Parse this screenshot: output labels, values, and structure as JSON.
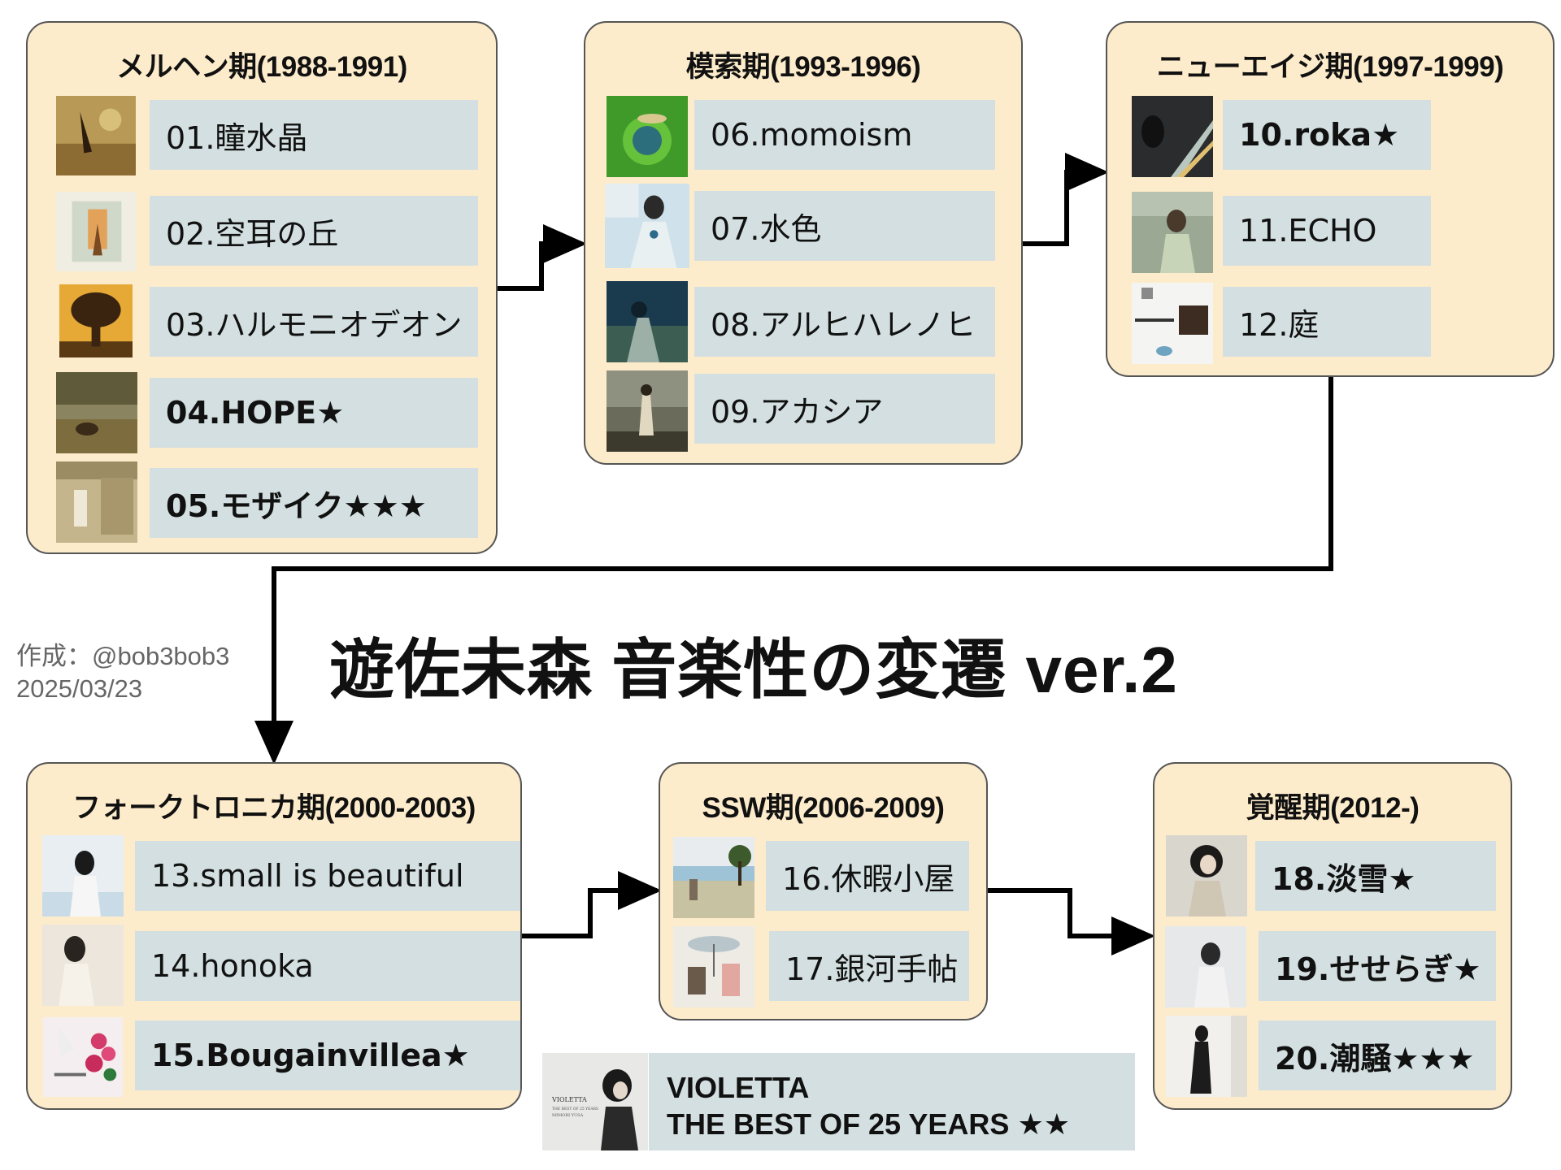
{
  "title": "遊佐未森 音楽性の変遷 ver.2",
  "author": "作成：@bob3bob3",
  "date": "2025/03/23",
  "eras": [
    {
      "title": "メルヘン期(1988-1991)",
      "albums": [
        {
          "label": "01.瞳水晶"
        },
        {
          "label": "02.空耳の丘"
        },
        {
          "label": "03.ハルモニオデオン"
        },
        {
          "label": "04.HOPE★"
        },
        {
          "label": "05.モザイク★★★"
        }
      ]
    },
    {
      "title": "模索期(1993-1996)",
      "albums": [
        {
          "label": "06.momoism"
        },
        {
          "label": "07.水色"
        },
        {
          "label": "08.アルヒハレノヒ"
        },
        {
          "label": "09.アカシア"
        }
      ]
    },
    {
      "title": "ニューエイジ期(1997-1999)",
      "albums": [
        {
          "label": "10.roka★"
        },
        {
          "label": "11.ECHO"
        },
        {
          "label": "12.庭"
        }
      ]
    },
    {
      "title": "フォークトロニカ期(2000-2003)",
      "albums": [
        {
          "label": "13.small is beautiful"
        },
        {
          "label": "14.honoka"
        },
        {
          "label": "15.Bougainvillea★"
        }
      ]
    },
    {
      "title": "SSW期(2006-2009)",
      "albums": [
        {
          "label": "16.休暇小屋"
        },
        {
          "label": "17.銀河手帖"
        }
      ]
    },
    {
      "title": "覚醒期(2012-)",
      "albums": [
        {
          "label": "18.淡雪★"
        },
        {
          "label": "19.せせらぎ★"
        },
        {
          "label": "20.潮騒★★★"
        }
      ]
    }
  ],
  "best": {
    "line1": "VIOLETTA",
    "line2": "THE BEST OF 25 YEARS ★★",
    "cover_text_1": "VIOLETTA",
    "cover_text_2": "THE BEST OF 25 YEARS",
    "cover_text_3": "MIMORI YUSA"
  },
  "colors": {
    "era_bg": "#fdeccb",
    "label_bg": "#d3dfe0",
    "border": "#555555",
    "arrow": "#000000"
  }
}
